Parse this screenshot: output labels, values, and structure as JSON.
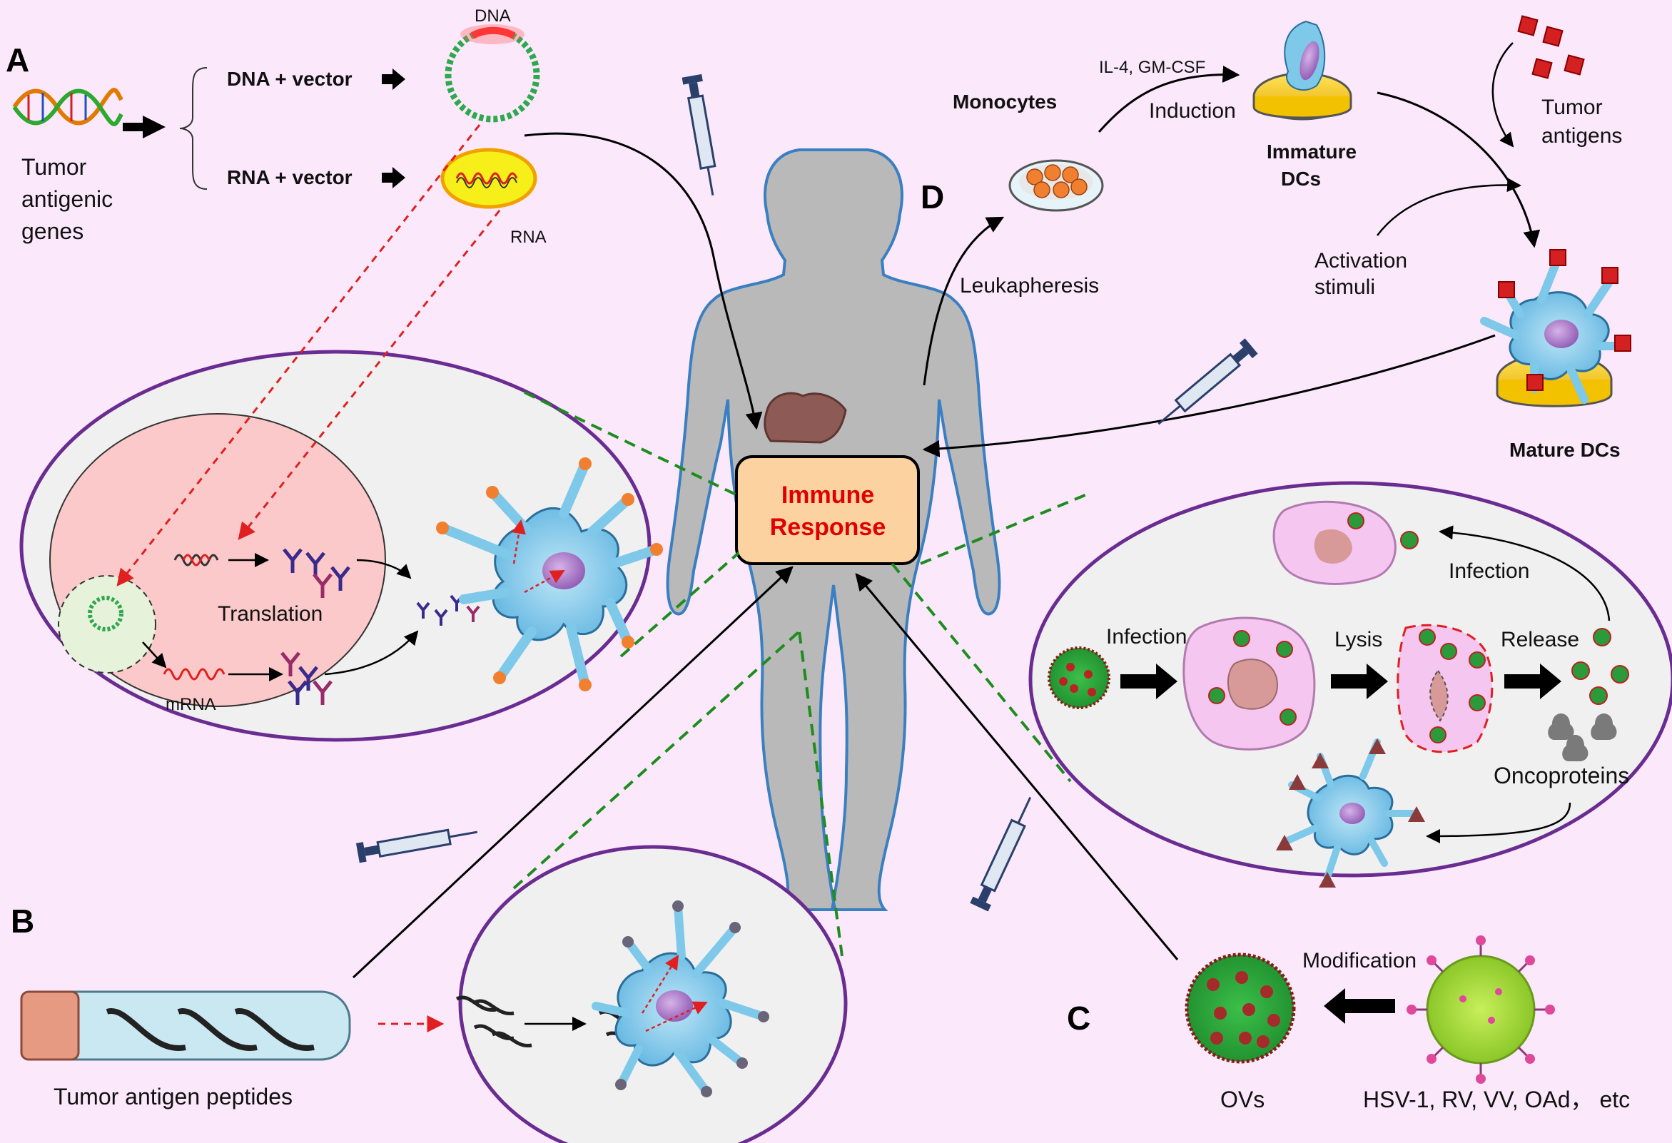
{
  "panels": {
    "a": "A",
    "b": "B",
    "c": "C",
    "d": "D"
  },
  "panel_a": {
    "source_label_lines": [
      "Tumor",
      "antigenic",
      "genes"
    ],
    "dna_vector": "DNA + vector",
    "rna_vector": "RNA + vector",
    "dna": "DNA",
    "rna": "RNA",
    "translation": "Translation",
    "mrna": "mRNA"
  },
  "center": {
    "immune_response_lines": [
      "Immune",
      "Response"
    ]
  },
  "panel_b": {
    "tube_label": "Tumor antigen peptides"
  },
  "panel_c": {
    "infection_1": "Infection",
    "lysis": "Lysis",
    "release": "Release",
    "infection_2": "Infection",
    "oncoproteins": "Oncoproteins",
    "modification": "Modification",
    "ovs": "OVs",
    "virus_list": "HSV-1, RV, VV, OAd， etc"
  },
  "panel_d": {
    "monocytes": "Monocytes",
    "cytokines": "IL-4, GM-CSF",
    "induction": "Induction",
    "immature_dcs_lines": [
      "Immature",
      "DCs"
    ],
    "tumor_antigens_lines": [
      "Tumor",
      "antigens"
    ],
    "activation_lines": [
      "Activation",
      "stimuli"
    ],
    "leukapheresis": "Leukapheresis",
    "mature_dcs": "Mature DCs"
  },
  "colors": {
    "background": "#fbe9fb",
    "ellipse_border": "#6a2c91",
    "dashed_green": "#1f8c1f",
    "dashed_red": "#e02020",
    "body": "#b9b9b9",
    "body_outline": "#3a7fc1",
    "immune_box": "#fcd3a0",
    "immune_text": "#e00000",
    "dendritic_cell": "#7ec8ea"
  }
}
